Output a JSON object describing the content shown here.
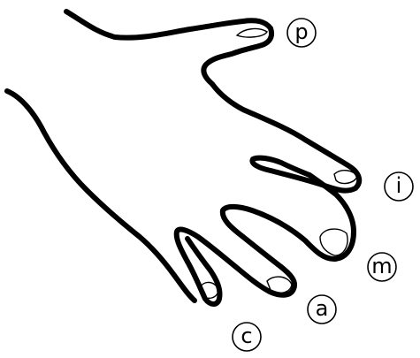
{
  "figure": {
    "description_labels": [
      {
        "id": "p",
        "text": "p"
      },
      {
        "id": "i",
        "text": "i"
      },
      {
        "id": "m",
        "text": "m"
      },
      {
        "id": "a",
        "text": "a"
      },
      {
        "id": "c",
        "text": "c"
      }
    ],
    "colors": {
      "line": "#000000",
      "background": "#ffffff"
    }
  }
}
